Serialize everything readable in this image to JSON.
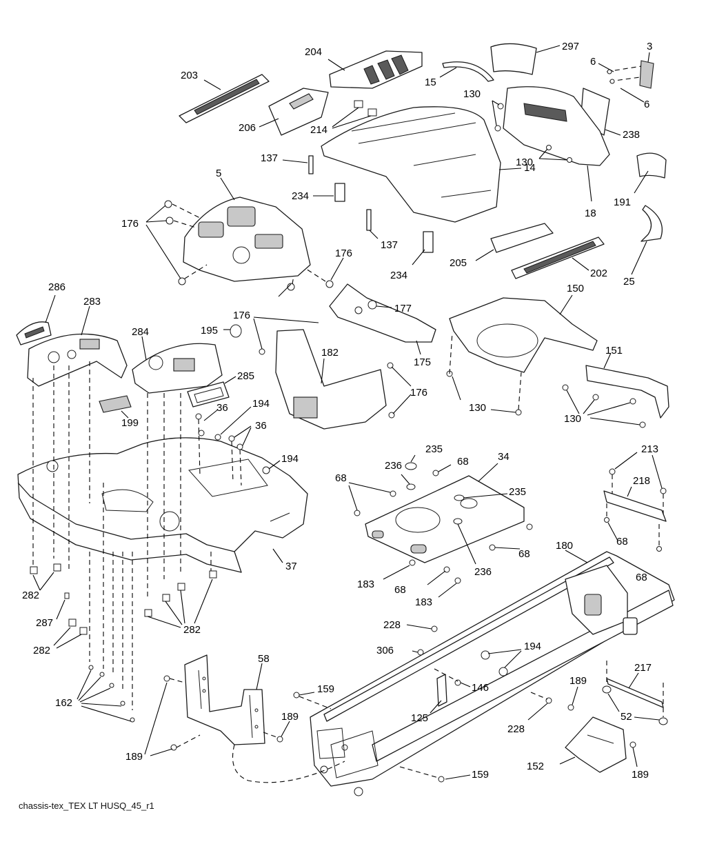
{
  "footer_code": "chassis-tex_TEX LT HUSQ_45_r1",
  "callouts": {
    "c297": "297",
    "c3": "3",
    "c6a": "6",
    "c6b": "6",
    "c204": "204",
    "c203": "203",
    "c15": "15",
    "c130a": "130",
    "c206": "206",
    "c214": "214",
    "c238": "238",
    "c137a": "137",
    "c130b": "130",
    "c5": "5",
    "c14": "14",
    "c234a": "234",
    "c191": "191",
    "c18": "18",
    "c176a": "176",
    "c137b": "137",
    "c176b": "176",
    "c205": "205",
    "c234b": "234",
    "c202": "202",
    "c25": "25",
    "c286": "286",
    "c283": "283",
    "c150": "150",
    "c177": "177",
    "c176c": "176",
    "c195": "195",
    "c284": "284",
    "c182": "182",
    "c151": "151",
    "c175": "175",
    "c285": "285",
    "c176d": "176",
    "c36a": "36",
    "c194a": "194",
    "c36b": "36",
    "c199": "199",
    "c130c": "130",
    "c130d": "130",
    "c235a": "235",
    "c194b": "194",
    "c213": "213",
    "c236a": "236",
    "c68a": "68",
    "c34": "34",
    "c68b": "68",
    "c218": "218",
    "c235b": "235",
    "c68c": "68",
    "c68d": "68",
    "c37": "37",
    "c180": "180",
    "c183a": "183",
    "c68e": "68",
    "c236b": "236",
    "c68f": "68",
    "c282a": "282",
    "c183b": "183",
    "c287": "287",
    "c282b": "282",
    "c228a": "228",
    "c282c": "282",
    "c306": "306",
    "c194c": "194",
    "c58": "58",
    "c217": "217",
    "c146": "146",
    "c159a": "159",
    "c162": "162",
    "c189a": "189",
    "c125": "125",
    "c52": "52",
    "c189b": "189",
    "c228b": "228",
    "c189c": "189",
    "c152": "152",
    "c159b": "159",
    "c189d": "189"
  }
}
